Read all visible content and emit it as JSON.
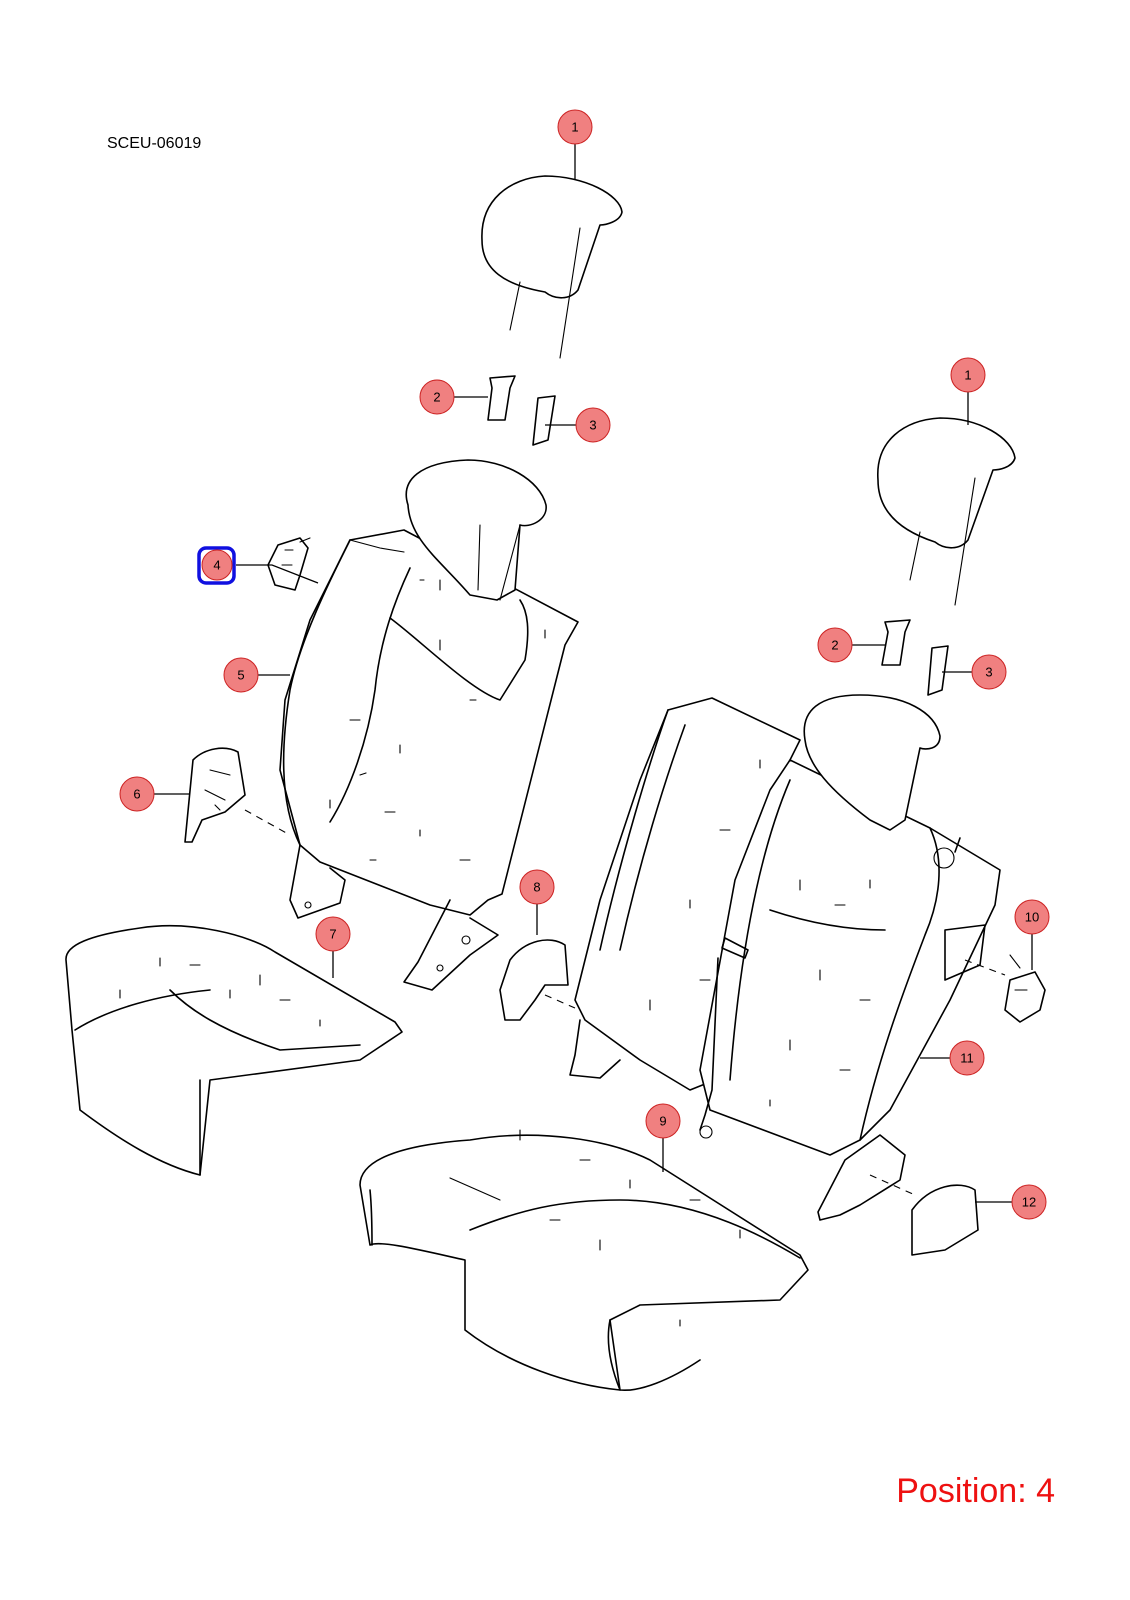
{
  "diagram_code": "SCEU-06019",
  "position_label": "Position: 4",
  "selected_callout": "4",
  "colors": {
    "callout_fill": "#f08080",
    "selection_ring": "#1010e0",
    "position_text": "#ee1111"
  },
  "callouts": [
    "1",
    "2",
    "3",
    "4",
    "5",
    "6",
    "7",
    "8",
    "9",
    "10",
    "11",
    "12",
    "1",
    "2",
    "3"
  ]
}
